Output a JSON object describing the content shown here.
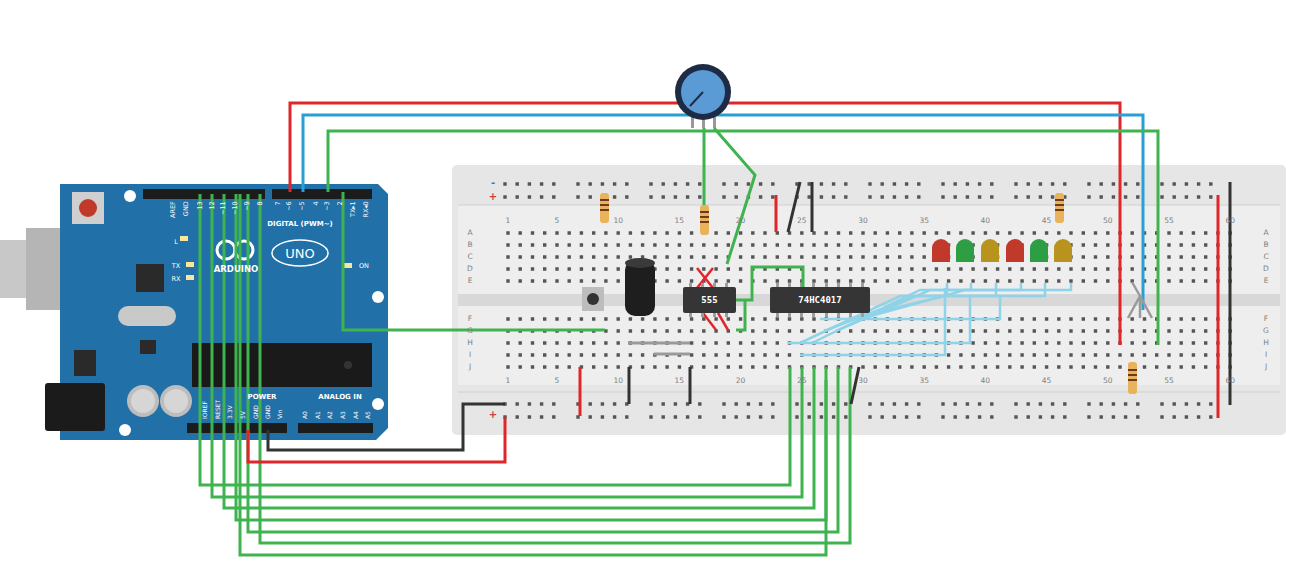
{
  "diagram": {
    "nodes": [
      {
        "text": [
          "555"
        ]
      },
      {
        "text": [
          "74HC4017"
        ]
      }
    ],
    "edges": [
      {
        "from": 0,
        "to": 1,
        "arrow": "none"
      }
    ],
    "labels": [
      "AREF",
      "GND",
      "13",
      "12",
      "~11",
      "~10",
      "~9",
      "8",
      "7",
      "~6",
      "~5",
      "4",
      "~3",
      "2",
      "TX▸1",
      "RX◂0",
      "DIGITAL (PWM~)",
      "L",
      "TX",
      "RX",
      "ARDUINO",
      "UNO",
      "ON",
      "IOREF",
      "RESET",
      "3.3V",
      "5V",
      "GND",
      "GND",
      "Vin",
      "POWER",
      "ANALOG IN",
      "A0",
      "A1",
      "A2",
      "A3",
      "A4",
      "A5",
      "-",
      "+",
      "+",
      "1",
      "5",
      "10",
      "15",
      "20",
      "25",
      "30",
      "35",
      "40",
      "45",
      "50",
      "55",
      "60",
      "1",
      "5",
      "10",
      "15",
      "20",
      "25",
      "30",
      "35",
      "40",
      "45",
      "50",
      "55",
      "60",
      "A",
      "B",
      "C",
      "D",
      "E",
      "F",
      "G",
      "H",
      "I",
      "J",
      "A",
      "B",
      "C",
      "D",
      "E",
      "F",
      "G",
      "H",
      "I",
      "J"
    ]
  }
}
